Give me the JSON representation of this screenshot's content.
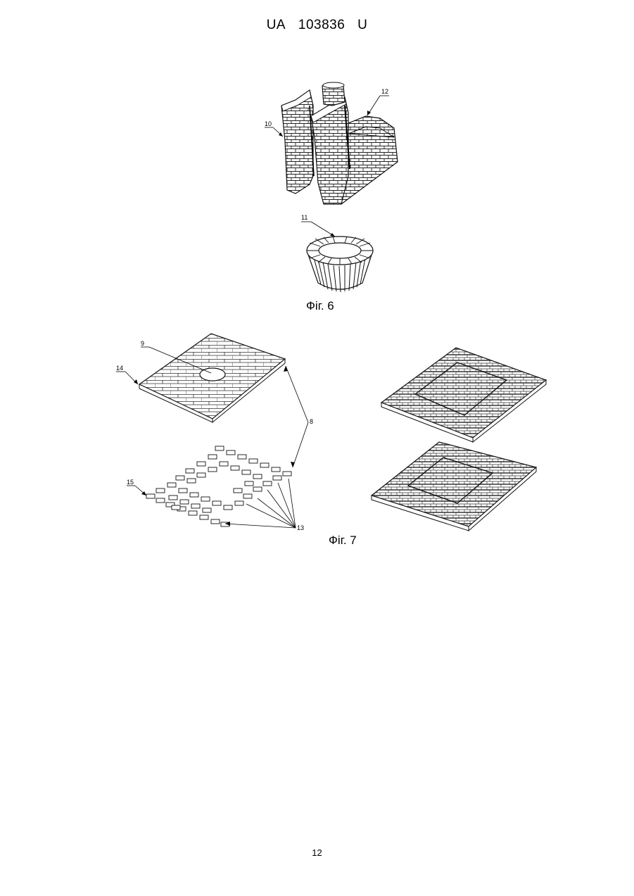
{
  "header": {
    "office": "UA",
    "number": "103836",
    "kind": "U"
  },
  "fig6": {
    "caption": "Фіг. 6",
    "labels": {
      "refA": "10",
      "refB": "12",
      "refC": "11"
    }
  },
  "fig7": {
    "caption": "Фіг. 7",
    "labels": {
      "refA": "9",
      "refB": "14",
      "refC": "8",
      "refD": "15",
      "refE": "13"
    }
  },
  "page_number": "12"
}
